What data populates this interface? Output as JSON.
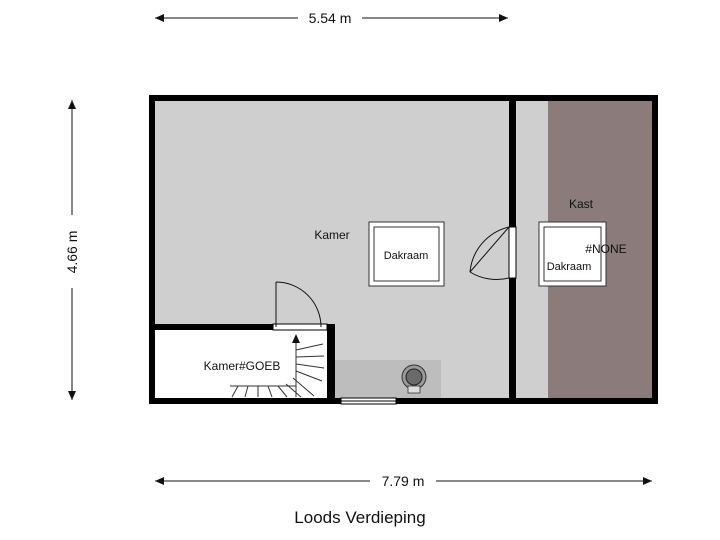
{
  "dimensions": {
    "top_width": "5.54 m",
    "left_height": "4.66 m",
    "bottom_width": "7.79 m"
  },
  "rooms": {
    "kamer": "Kamer",
    "kast": "Kast",
    "kamer_goeb": "Kamer#GOEB",
    "none_label": "#NONE"
  },
  "fixtures": {
    "dakraam_1": "Dakraam",
    "dakraam_2": "Dakraam"
  },
  "caption": "Loods Verdieping",
  "colors": {
    "floor": "#cfcfcf",
    "kast_floor": "#8b7b7b",
    "wall": "#000000",
    "landing": "#bdbdbd"
  }
}
